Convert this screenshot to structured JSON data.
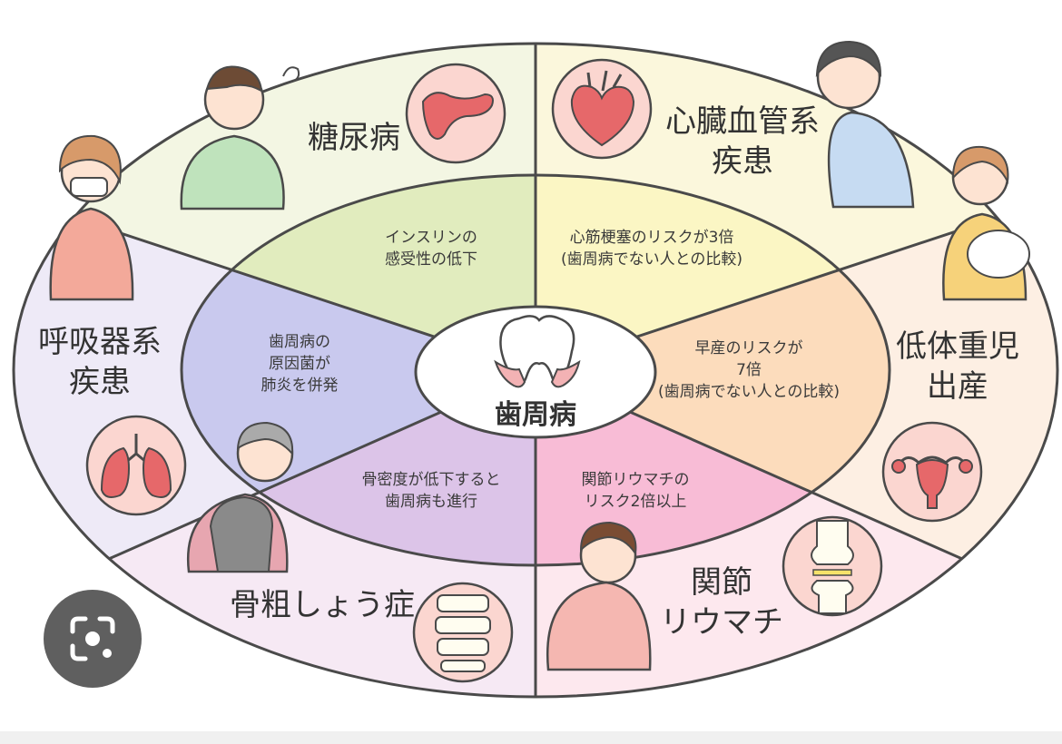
{
  "diagram": {
    "center": {
      "label": "歯周病",
      "icon": "tooth-icon"
    },
    "segments": [
      {
        "id": "diabetes",
        "disease": "糖尿病",
        "detail": "インスリンの\n感受性の低下",
        "outer_color": "#fbf7dc",
        "inner_color": "#fbf6c4",
        "icon": "pancreas-icon"
      },
      {
        "id": "cardio",
        "disease": "心臓血管系\n疾患",
        "detail": "心筋梗塞のリスクが3倍\n(歯周病でない人との比較)",
        "outer_color": "#fdefe3",
        "inner_color": "#fcdcbc",
        "icon": "heart-icon"
      },
      {
        "id": "lowbirth",
        "disease": "低体重児\n出産",
        "detail": "早産のリスクが\n7倍\n(歯周病でない人との比較)",
        "outer_color": "#fde8ee",
        "inner_color": "#f8bcd6",
        "icon": "uterus-icon"
      },
      {
        "id": "rheumatism",
        "disease": "関節\nリウマチ",
        "detail": "関節リウマチの\nリスク2倍以上",
        "outer_color": "#f6e9f4",
        "inner_color": "#dcc4e8",
        "icon": "knee-joint-icon"
      },
      {
        "id": "osteoporosis",
        "disease": "骨粗しょう症",
        "detail": "骨密度が低下すると\n歯周病も進行",
        "outer_color": "#eeeaf7",
        "inner_color": "#c9c9ee",
        "icon": "spine-icon"
      },
      {
        "id": "respiratory",
        "disease": "呼吸器系\n疾患",
        "detail": "歯周病の\n原因菌が\n肺炎を併発",
        "outer_color": "#f3f6e3",
        "inner_color": "#e1ecbe",
        "icon": "lungs-icon"
      }
    ]
  },
  "overlay": {
    "icon": "lens-camera-icon"
  },
  "colors": {
    "outline": "#4a4a4a",
    "icon_fill": "#e6686a",
    "icon_bg": "#fbd6d0"
  }
}
